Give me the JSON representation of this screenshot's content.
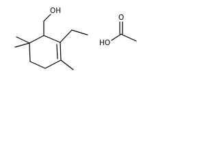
{
  "figure": {
    "background": "#ffffff",
    "bond_color": "#000000",
    "molecules": [
      {
        "name": "ring-compound",
        "atom_labels": {
          "hydroxyl": "OH"
        }
      },
      {
        "name": "acetic-acid",
        "atom_labels": {
          "hydroxyl": "HO",
          "carbonyl_oxygen": "O"
        }
      }
    ]
  }
}
